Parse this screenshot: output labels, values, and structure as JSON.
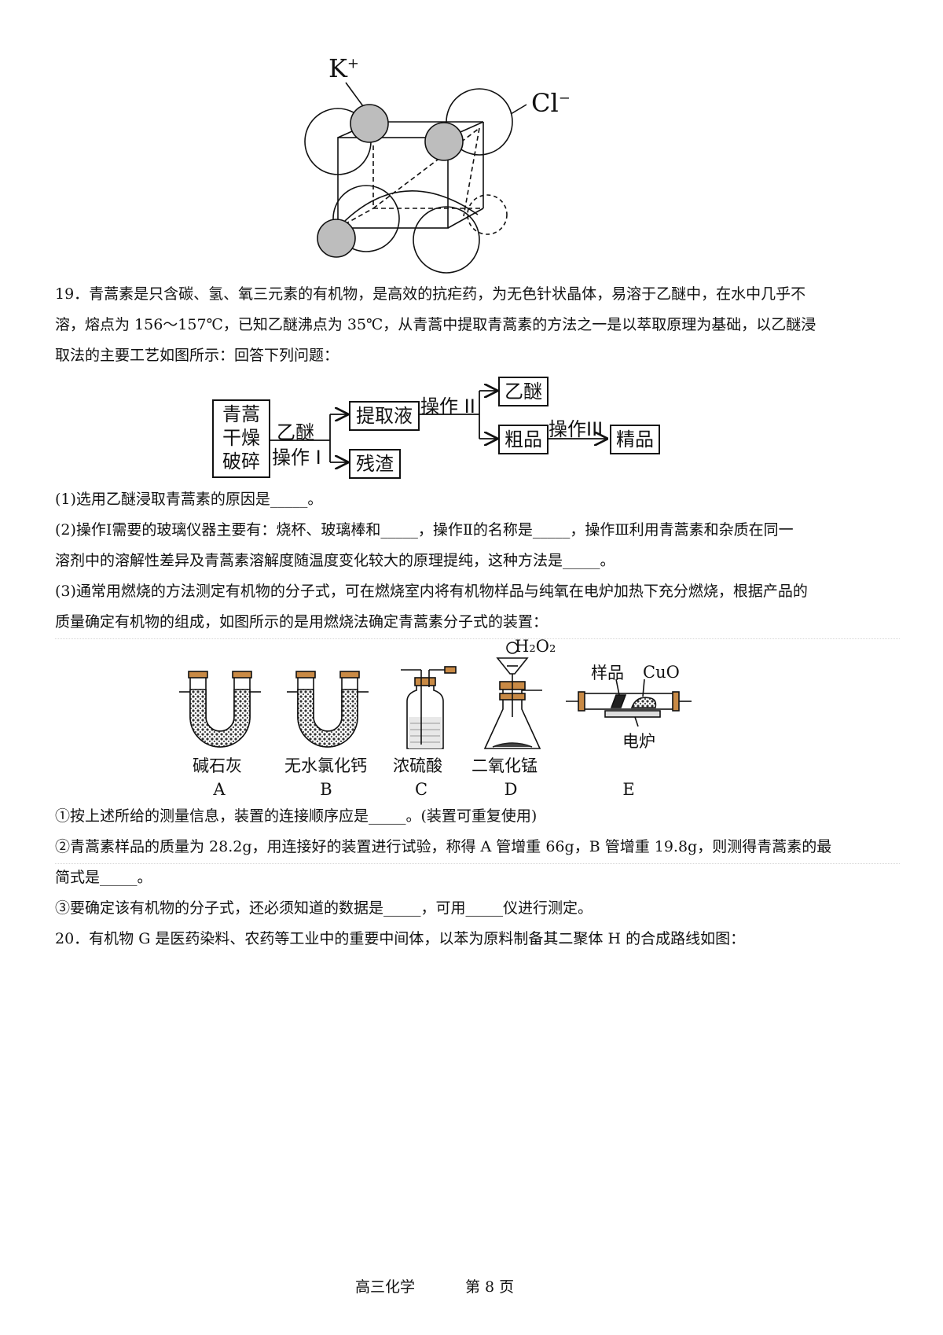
{
  "crystal": {
    "cation_label": "K",
    "cation_charge": "+",
    "anion_label": "Cl",
    "anion_charge": "−"
  },
  "q19": {
    "intro_lines": [
      "19．青蒿素是只含碳、氢、氧三元素的有机物，是高效的抗疟药，为无色针状晶体，易溶于乙醚中，在水中几乎不",
      "溶，熔点为 156～157℃，已知乙醚沸点为 35℃，从青蒿中提取青蒿素的方法之一是以萃取原理为基础，以乙醚浸",
      "取法的主要工艺如图所示：回答下列问题："
    ],
    "flow": {
      "start_lines": [
        "青蒿",
        "干燥",
        "破碎"
      ],
      "solvent": "乙醚",
      "op1": "操作 I",
      "extract": "提取液",
      "residue": "残渣",
      "op2": "操作 II",
      "ether": "乙醚",
      "crude": "粗品",
      "op3": "操作III",
      "refined": "精品"
    },
    "part1": "(1)选用乙醚浸取青蒿素的原因是_____。",
    "part2_lines": [
      "(2)操作Ⅰ需要的玻璃仪器主要有：烧杯、玻璃棒和_____，操作Ⅱ的名称是_____，操作Ⅲ利用青蒿素和杂质在同一",
      "溶剂中的溶解性差异及青蒿素溶解度随温度变化较大的原理提纯，这种方法是_____。"
    ],
    "part3_lines": [
      "(3)通常用燃烧的方法测定有机物的分子式，可在燃烧室内将有机物样品与纯氧在电炉加热下充分燃烧，根据产品的",
      "质量确定有机物的组成，如图所示的是用燃烧法确定青蒿素分子式的装置："
    ],
    "apparatus": {
      "A": {
        "name": "碱石灰",
        "letter": "A"
      },
      "B": {
        "name": "无水氯化钙",
        "letter": "B"
      },
      "C": {
        "name": "浓硫酸",
        "letter": "C"
      },
      "D": {
        "name": "二氧化锰",
        "letter": "D",
        "reagent": "H₂O₂"
      },
      "E": {
        "letter": "E",
        "sample": "样品",
        "cuo": "CuO",
        "furnace": "电炉"
      }
    },
    "sub1": "①按上述所给的测量信息，装置的连接顺序应是_____。(装置可重复使用)",
    "sub2_lines": [
      "②青蒿素样品的质量为 28.2g，用连接好的装置进行试验，称得 A 管增重 66g，B 管增重 19.8g，则测得青蒿素的最",
      "简式是_____。"
    ],
    "sub3": "③要确定该有机物的分子式，还必须知道的数据是_____，可用_____仪进行测定。"
  },
  "q20": {
    "intro": "20．有机物 G 是医药染料、农药等工业中的重要中间体，以苯为原料制备其二聚体 H 的合成路线如图："
  },
  "footer": {
    "subject": "高三化学",
    "page": "第 8 页"
  },
  "colors": {
    "ion_gray": "#bdbdbd",
    "stopper": "#c98a45",
    "packing": "#555555"
  }
}
